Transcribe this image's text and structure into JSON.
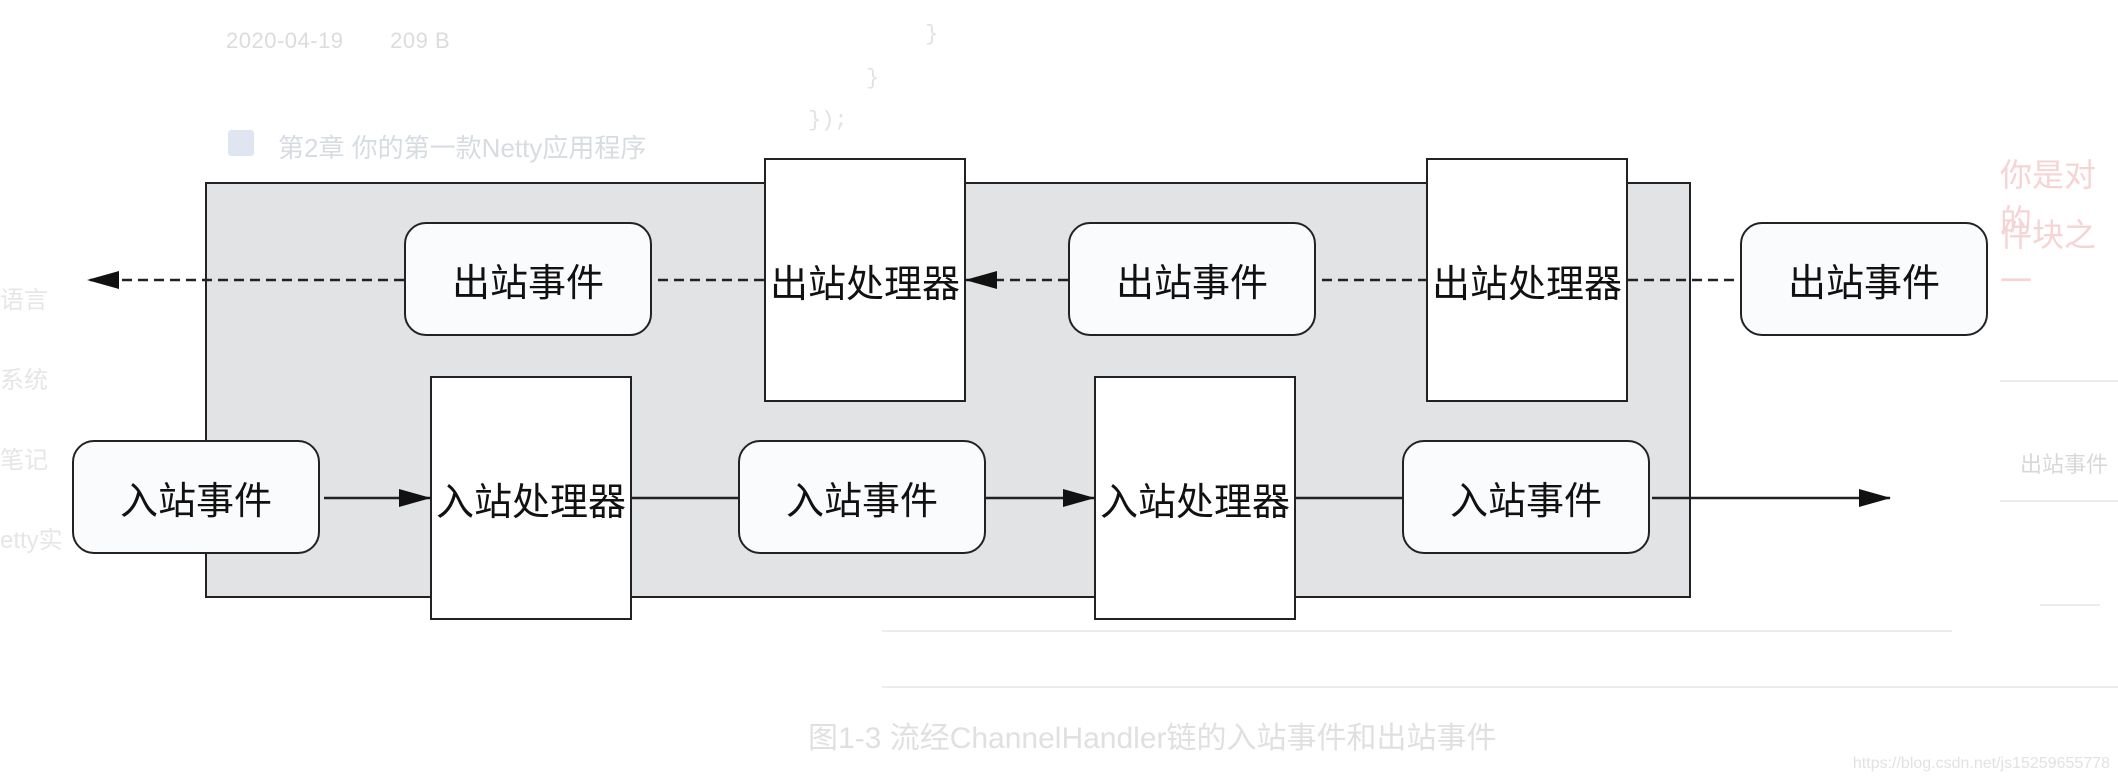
{
  "background": {
    "meta_date": "2020-04-19",
    "meta_size": "209 B",
    "code_lines": [
      "}",
      "}",
      "});"
    ],
    "chapter": "第2章 你的第一款Netty应用程序",
    "side_items": [
      "语言",
      "系统",
      "笔记",
      "etty实"
    ],
    "right_snippets": [
      "你是对的",
      "件块之一"
    ],
    "right_label": "出站事件",
    "caption": "图1-3 流经ChannelHandler链的入站事件和出站事件",
    "url": "https://blog.csdn.net/js15259655778"
  },
  "diagram": {
    "outbound_events": [
      "出站事件",
      "出站事件",
      "出站事件"
    ],
    "outbound_handlers": [
      "出站处理器",
      "出站处理器"
    ],
    "inbound_events": [
      "入站事件",
      "入站事件",
      "入站事件"
    ],
    "inbound_handlers": [
      "入站处理器",
      "入站处理器"
    ],
    "colors": {
      "pipeline_fill": "#e2e3e4",
      "stroke": "#222222",
      "box_fill": "#ffffff"
    }
  }
}
